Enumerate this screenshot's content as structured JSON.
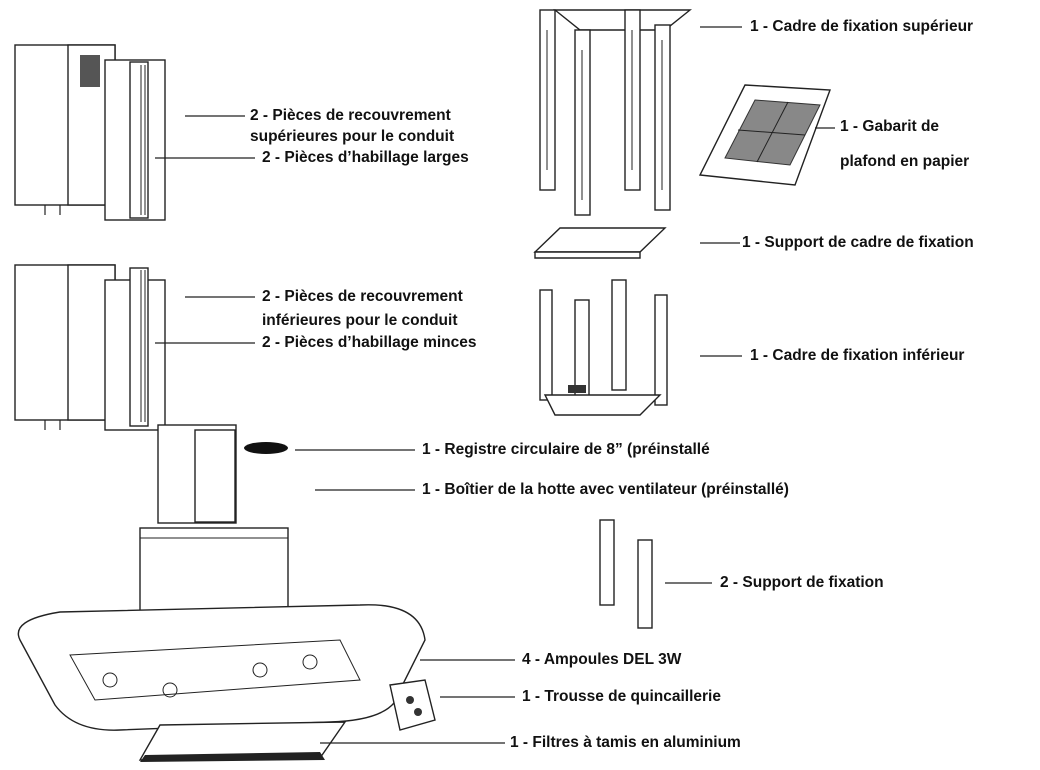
{
  "labels": {
    "top_frame": "1 - Cadre de fixation supérieur",
    "paper_template_1": "1 - Gabarit de",
    "paper_template_2": "plafond en papier",
    "frame_support": "1 - Support de cadre de fixation",
    "bottom_frame": "1 - Cadre de fixation inférieur",
    "upper_cover_1": "2 - Pièces de recouvrement",
    "upper_cover_2": "supérieures pour le conduit",
    "wide_trim": "2 - Pièces d’habillage larges",
    "lower_cover_1": "2 - Pièces de recouvrement",
    "lower_cover_2": "inférieures pour le conduit",
    "thin_trim": "2 - Pièces d’habillage minces",
    "damper": "1 - Registre circulaire de 8” (préinstallé",
    "hood_body": "1 - Boîtier de la hotte avec ventilateur (préinstallé)",
    "mount_bracket": "2 - Support de fixation",
    "led_bulbs": "4 - Ampoules DEL 3W",
    "hardware_kit": "1 - Trousse de quincaillerie",
    "mesh_filters": "1 - Filtres à tamis en aluminium"
  }
}
